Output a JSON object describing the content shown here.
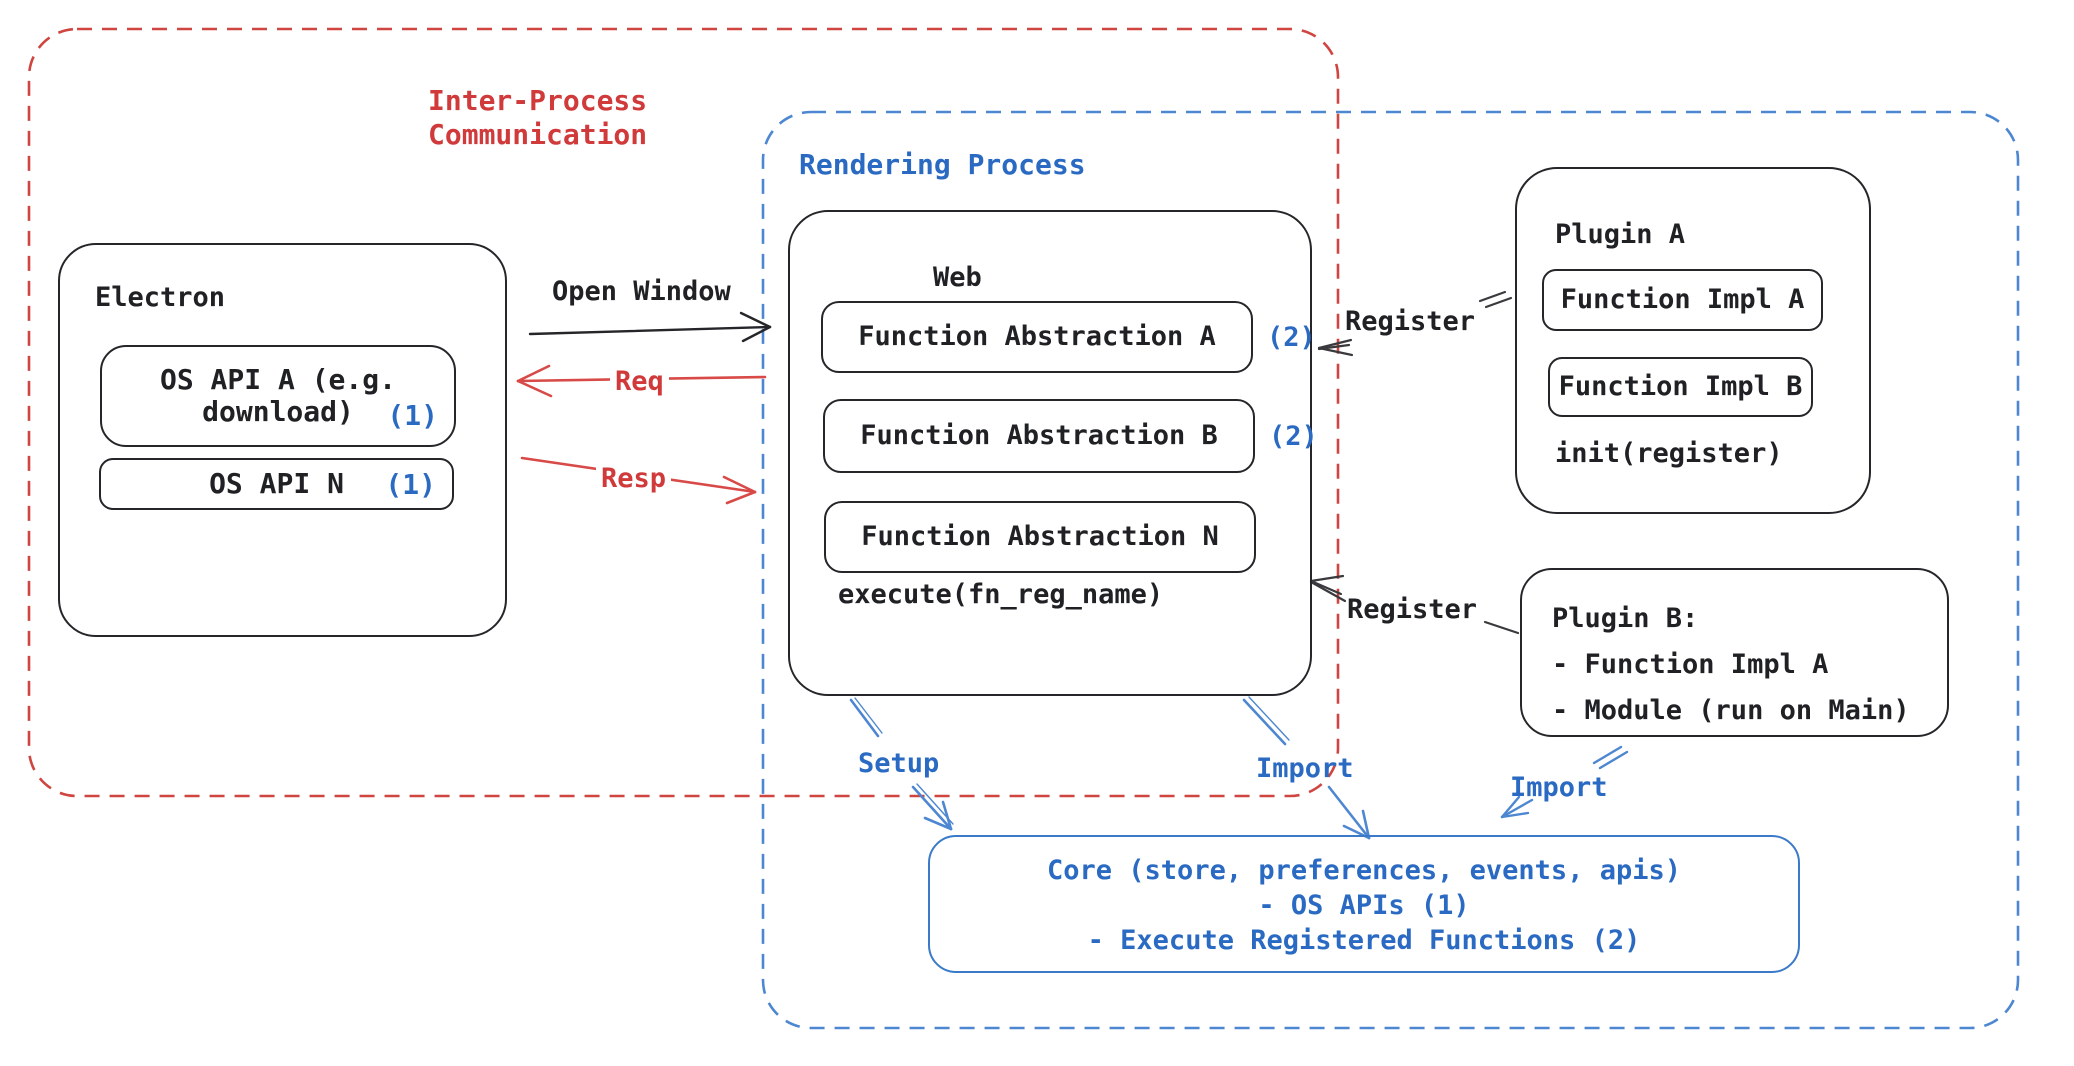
{
  "labels": {
    "ipc_line1": "Inter-Process",
    "ipc_line2": "Communication",
    "rendering_process": "Rendering Process",
    "open_window": "Open Window",
    "req": "Req",
    "resp": "Resp",
    "register_a": "Register",
    "register_b": "Register",
    "setup": "Setup",
    "import_a": "Import",
    "import_b": "Import"
  },
  "electron": {
    "title": "Electron",
    "api_a": {
      "line1": "OS API A (e.g.",
      "line2": "download)",
      "badge": "(1)"
    },
    "api_n": {
      "label": "OS API N",
      "badge": "(1)"
    }
  },
  "web": {
    "title": "Web",
    "abstractions": [
      {
        "label": "Function Abstraction A",
        "badge": "(2)"
      },
      {
        "label": "Function Abstraction B",
        "badge": "(2)"
      },
      {
        "label": "Function Abstraction N",
        "badge": ""
      }
    ],
    "execute": "execute(fn_reg_name)"
  },
  "plugin_a": {
    "title": "Plugin A",
    "impl_a": "Function Impl A",
    "impl_b": "Function Impl B",
    "init": "init(register)"
  },
  "plugin_b": {
    "line1": "Plugin B:",
    "line2": "- Function Impl A",
    "line3": "- Module (run on Main)"
  },
  "core": {
    "line1": "Core (store, preferences, events, apis)",
    "line2": "- OS APIs (1)",
    "line3": "- Execute Registered Functions (2)"
  },
  "colors": {
    "red": "#d03a3a",
    "red_dash": "#cf4540",
    "blue": "#2a6ac2",
    "blue_dash": "#4d87d1",
    "black": "#202124"
  }
}
